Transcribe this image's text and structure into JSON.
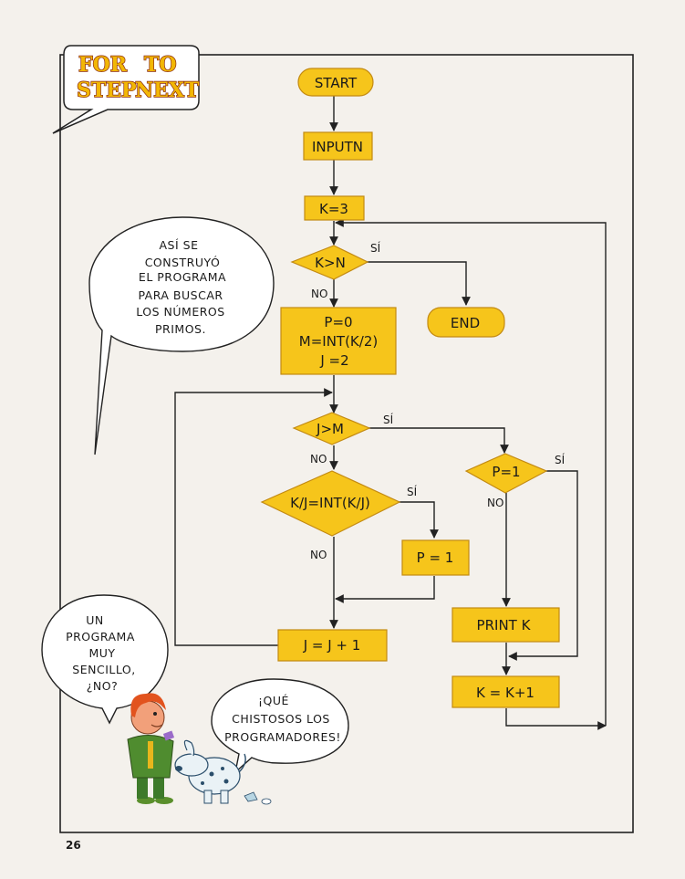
{
  "title": {
    "line1_left": "FOR",
    "line1_right": "TO",
    "line2_left": "STEP",
    "line2_right": "NEXT"
  },
  "page_number": "26",
  "nodes": {
    "start": "START",
    "input": "INPUTN",
    "k3": "K=3",
    "k_gt_n": "K>N",
    "end": "END",
    "init": [
      "P=0",
      "M=INT(K/2)",
      "J =2"
    ],
    "j_gt_m": "J>M",
    "divisible": "K/J=INT(K/J)",
    "p_eq_1_set": "P = 1",
    "p_eq_1_test": "P=1",
    "j_inc": "J = J + 1",
    "print_k": "PRINT K",
    "k_inc": "K = K+1"
  },
  "edge_labels": {
    "k_gt_n_yes": "SÍ",
    "k_gt_n_no": "NO",
    "j_gt_m_yes": "SÍ",
    "j_gt_m_no": "NO",
    "divisible_yes": "SÍ",
    "divisible_no": "NO",
    "p_test_yes": "SÍ",
    "p_test_no": "NO"
  },
  "bubbles": {
    "narrator": [
      "ASÍ SE",
      "CONSTRUYÓ",
      "EL PROGRAMA",
      "PARA BUSCAR",
      "LOS NÚMEROS",
      "PRIMOS."
    ],
    "boy": [
      "UN",
      "PROGRAMA",
      "MUY",
      "SENCILLO,",
      "¿NO?"
    ],
    "dog": [
      "¡QUÉ",
      "CHISTOSOS LOS",
      "PROGRAMADORES!"
    ]
  },
  "colors": {
    "box_fill": "#f6c51b",
    "box_stroke": "#c38a12",
    "line": "#222222",
    "paper": "#f4f1ec"
  }
}
